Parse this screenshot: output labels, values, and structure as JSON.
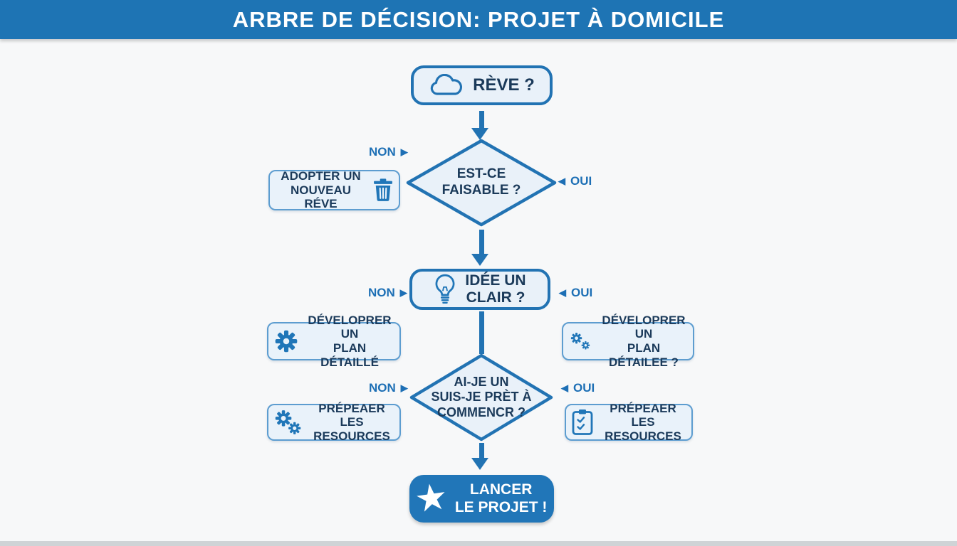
{
  "header": {
    "title": "ARBRE DE DÉCISION: PROJET À DOMICILE"
  },
  "labels": {
    "non": "NON",
    "oui": "OUI",
    "right_marker": "▶",
    "left_marker": "◀"
  },
  "nodes": {
    "dream": {
      "label": "RÈVE ?",
      "icon": "cloud-icon"
    },
    "feasible": {
      "line1": "EST-CE",
      "line2": "FAISABLE ?"
    },
    "adopt": {
      "line1": "ADOPTER UN",
      "line2": "NOUVEAU RÉVE",
      "icon": "trash-icon"
    },
    "idea": {
      "line1": "IDÉE UN",
      "line2": "CLAIR ?",
      "icon": "lightbulb-icon"
    },
    "plan_left": {
      "line1": "DÉVELOPRER UN",
      "line2": "PLAN DÉTAILLÉ",
      "icon": "gear-icon"
    },
    "plan_right": {
      "line1": "DÉVELOPRER UN",
      "line2": "PLAN DÉTAILEE ?",
      "icon": "gears-icon"
    },
    "ready": {
      "line1": "AI-JE UN",
      "line2": "SUIS-JE PRÈT À",
      "line3": "COMMENCR ?"
    },
    "resources_left": {
      "line1": "PRÉPEAER LES",
      "line2": "RESOURCES",
      "icon": "gears-icon"
    },
    "resources_right": {
      "line1": "PRÉPEAER LES",
      "line2": "RESOURCES",
      "icon": "clipboard-check-icon"
    },
    "launch": {
      "line1": "LANCER",
      "line2": "LE PROJET !",
      "icon": "star-icon",
      "star_glyph": "★"
    }
  },
  "colors": {
    "header_bar": "#1e74b4",
    "node_fill": "#e9f1f9",
    "node_border": "#2273b3",
    "text_dark": "#1b3a5a",
    "branch_label": "#1d6fb5",
    "icon_blue": "#2076b8",
    "launch_fill": "#2176b8",
    "background": "#f7f8f9"
  }
}
